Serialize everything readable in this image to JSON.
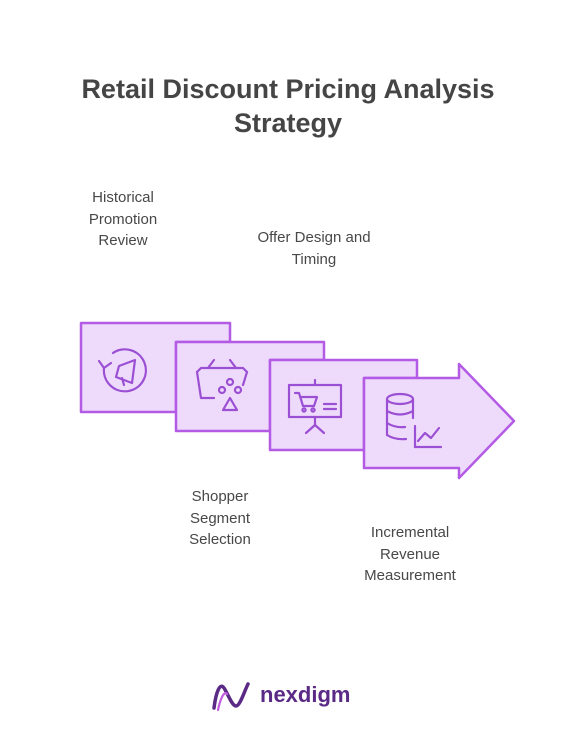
{
  "title": {
    "line1": "Retail Discount Pricing Analysis",
    "line2": "Strategy"
  },
  "steps": [
    {
      "lines": [
        "Historical",
        "Promotion",
        "Review"
      ],
      "icon": "megaphone-refresh-icon"
    },
    {
      "lines": [
        "Shopper",
        "Segment",
        "Selection"
      ],
      "icon": "basket-segment-icon"
    },
    {
      "lines": [
        "Offer Design and",
        "Timing"
      ],
      "icon": "presentation-cart-icon"
    },
    {
      "lines": [
        "Incremental",
        "Revenue",
        "Measurement"
      ],
      "icon": "database-chart-icon"
    }
  ],
  "colors": {
    "panel_fill": "#EEDBFC",
    "panel_stroke": "#B45BE6",
    "icon_stroke": "#9B4FD3",
    "title": "#454545",
    "label": "#484848",
    "brand": "#5B2A86"
  },
  "brand": {
    "name": "nexdigm",
    "icon": "nexdigm-logo-icon"
  }
}
